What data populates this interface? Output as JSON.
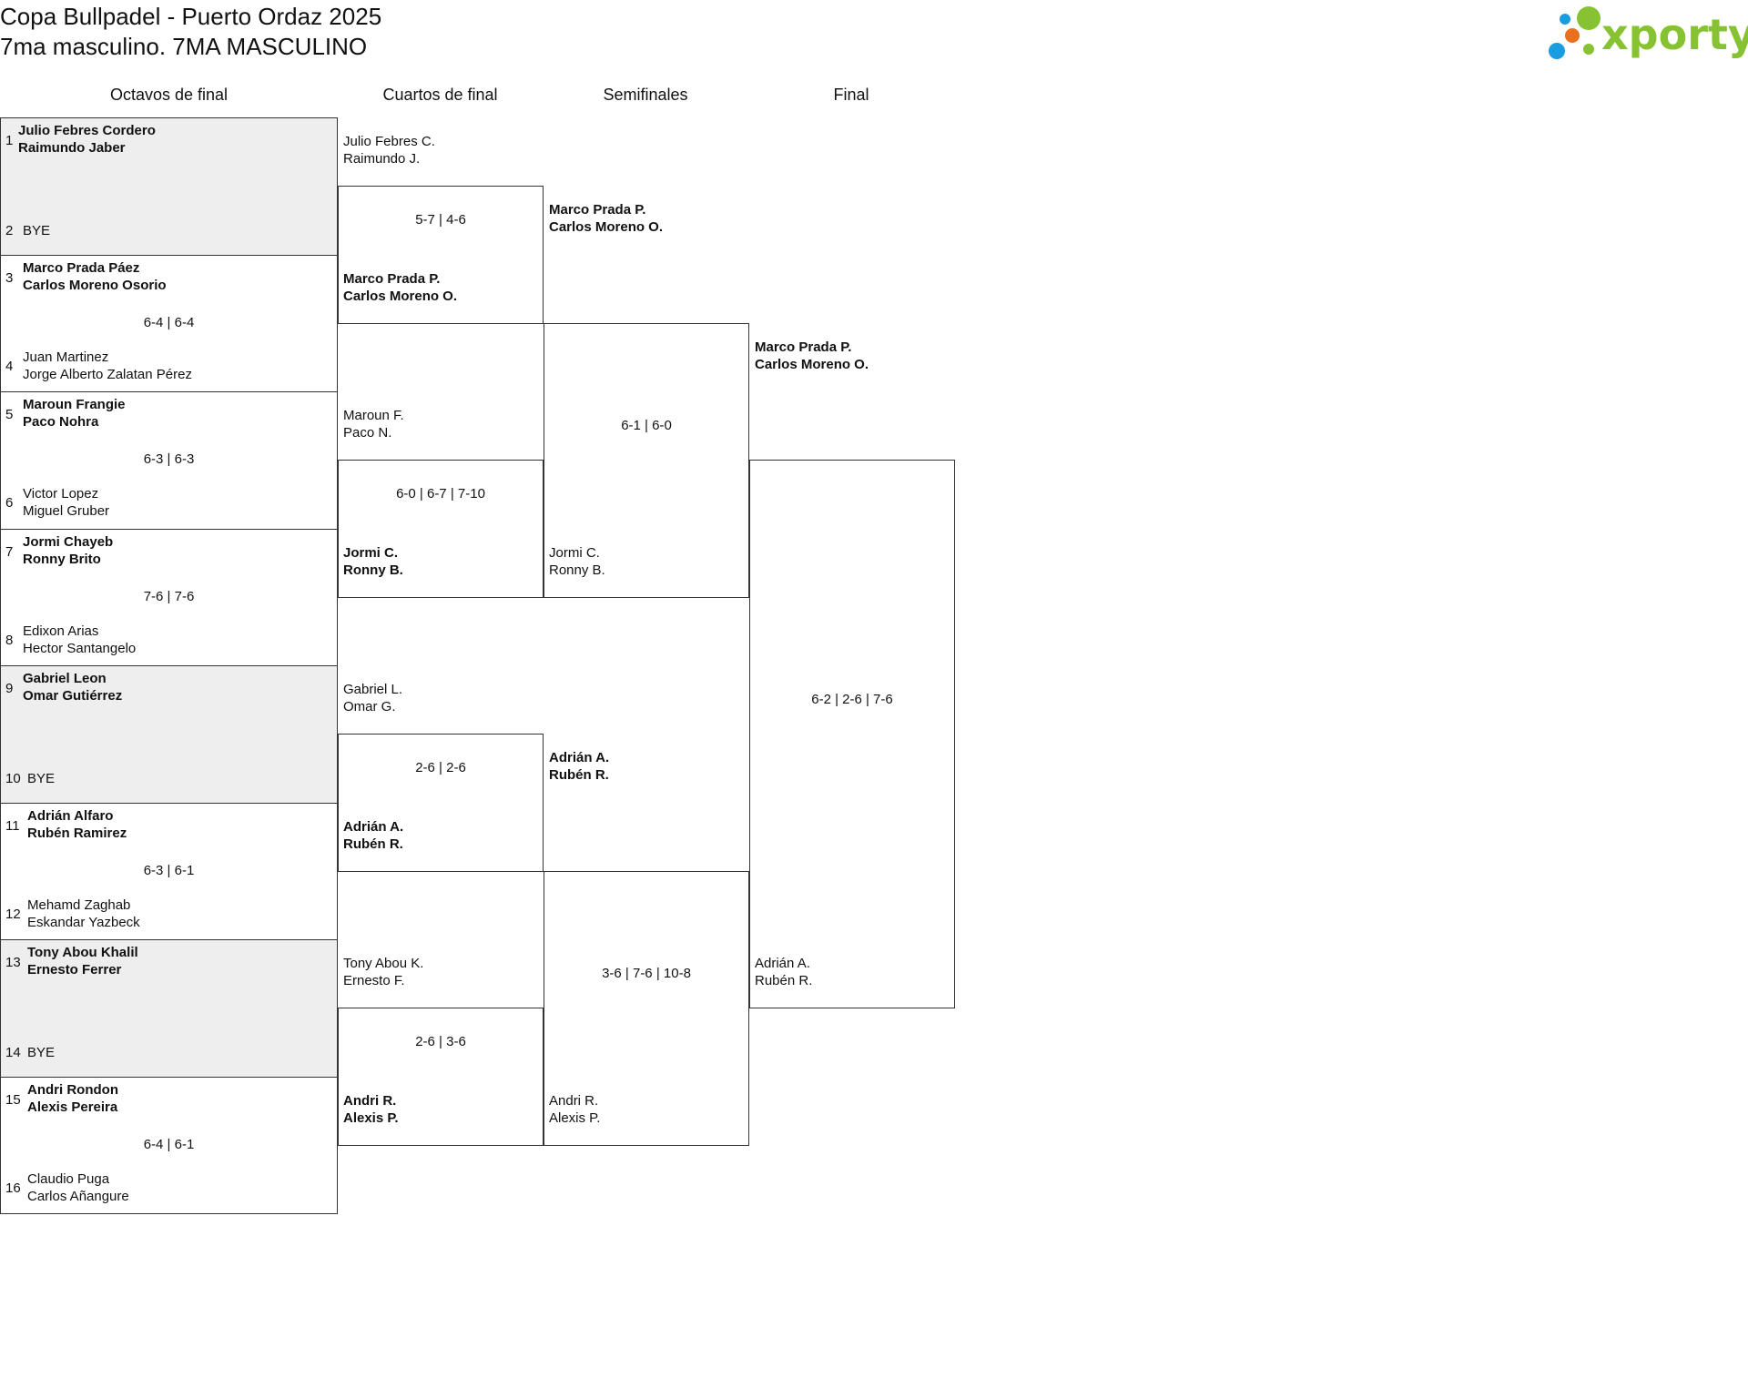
{
  "header": {
    "title": "Copa Bullpadel - Puerto Ordaz 2025",
    "subtitle": "7ma masculino. 7MA MASCULINO",
    "logo_text": "xporty"
  },
  "colors": {
    "logo_green": "#86c232",
    "logo_blue": "#1a9ce0",
    "logo_orange": "#e8701f",
    "shade": "#eeeeee"
  },
  "rounds": [
    "Octavos de final",
    "Cuartos de final",
    "Semifinales",
    "Final"
  ],
  "r16": [
    {
      "seed_a": "1",
      "a1": "Julio Febres Cordero",
      "a2": "Raimundo Jaber",
      "seed_b": "2",
      "b1": "BYE",
      "b2": "",
      "score": ""
    },
    {
      "seed_a": "3",
      "a1": "Marco Prada Páez",
      "a2": "Carlos Moreno Osorio",
      "seed_b": "4",
      "b1": "Juan Martinez",
      "b2": "Jorge Alberto Zalatan Pérez",
      "score": "6-4 | 6-4"
    },
    {
      "seed_a": "5",
      "a1": "Maroun Frangie",
      "a2": "Paco Nohra",
      "seed_b": "6",
      "b1": "Victor Lopez",
      "b2": "Miguel Gruber",
      "score": "6-3 | 6-3"
    },
    {
      "seed_a": "7",
      "a1": "Jormi Chayeb",
      "a2": "Ronny Brito",
      "seed_b": "8",
      "b1": "Edixon Arias",
      "b2": "Hector Santangelo",
      "score": "7-6 | 7-6"
    },
    {
      "seed_a": "9",
      "a1": "Gabriel Leon",
      "a2": "Omar Gutiérrez",
      "seed_b": "10",
      "b1": "BYE",
      "b2": "",
      "score": ""
    },
    {
      "seed_a": "11",
      "a1": "Adrián Alfaro",
      "a2": "Rubén Ramirez",
      "seed_b": "12",
      "b1": "Mehamd Zaghab",
      "b2": "Eskandar Yazbeck",
      "score": "6-3 | 6-1"
    },
    {
      "seed_a": "13",
      "a1": "Tony Abou Khalil",
      "a2": "Ernesto Ferrer",
      "seed_b": "14",
      "b1": "BYE",
      "b2": "",
      "score": ""
    },
    {
      "seed_a": "15",
      "a1": "Andri Rondon",
      "a2": "Alexis Pereira",
      "seed_b": "16",
      "b1": "Claudio Puga",
      "b2": "Carlos Añangure",
      "score": "6-4 | 6-1"
    }
  ],
  "qf": [
    {
      "a1": "Julio Febres C.",
      "a2": "Raimundo J.",
      "score": "5-7 | 4-6",
      "b1": "Marco Prada P.",
      "b2": "Carlos Moreno O."
    },
    {
      "a1": "Maroun F.",
      "a2": "Paco N.",
      "score": "6-0 | 6-7 | 7-10",
      "b1": "Jormi C.",
      "b2": "Ronny B."
    },
    {
      "a1": "Gabriel L.",
      "a2": "Omar G.",
      "score": "2-6 | 2-6",
      "b1": "Adrián A.",
      "b2": "Rubén R."
    },
    {
      "a1": "Tony Abou K.",
      "a2": "Ernesto F.",
      "score": "2-6 | 3-6",
      "b1": "Andri R.",
      "b2": "Alexis P."
    }
  ],
  "sf": [
    {
      "a1": "Marco Prada P.",
      "a2": "Carlos Moreno O.",
      "score": "6-1 | 6-0",
      "b1": "Jormi C.",
      "b2": "Ronny B."
    },
    {
      "a1": "Adrián A.",
      "a2": "Rubén R.",
      "score": "3-6 | 7-6 | 10-8",
      "b1": "Andri R.",
      "b2": "Alexis P."
    }
  ],
  "final": {
    "a1": "Marco Prada P.",
    "a2": "Carlos Moreno O.",
    "score": "6-2 | 2-6 | 7-6",
    "b1": "Adrián A.",
    "b2": "Rubén R."
  }
}
